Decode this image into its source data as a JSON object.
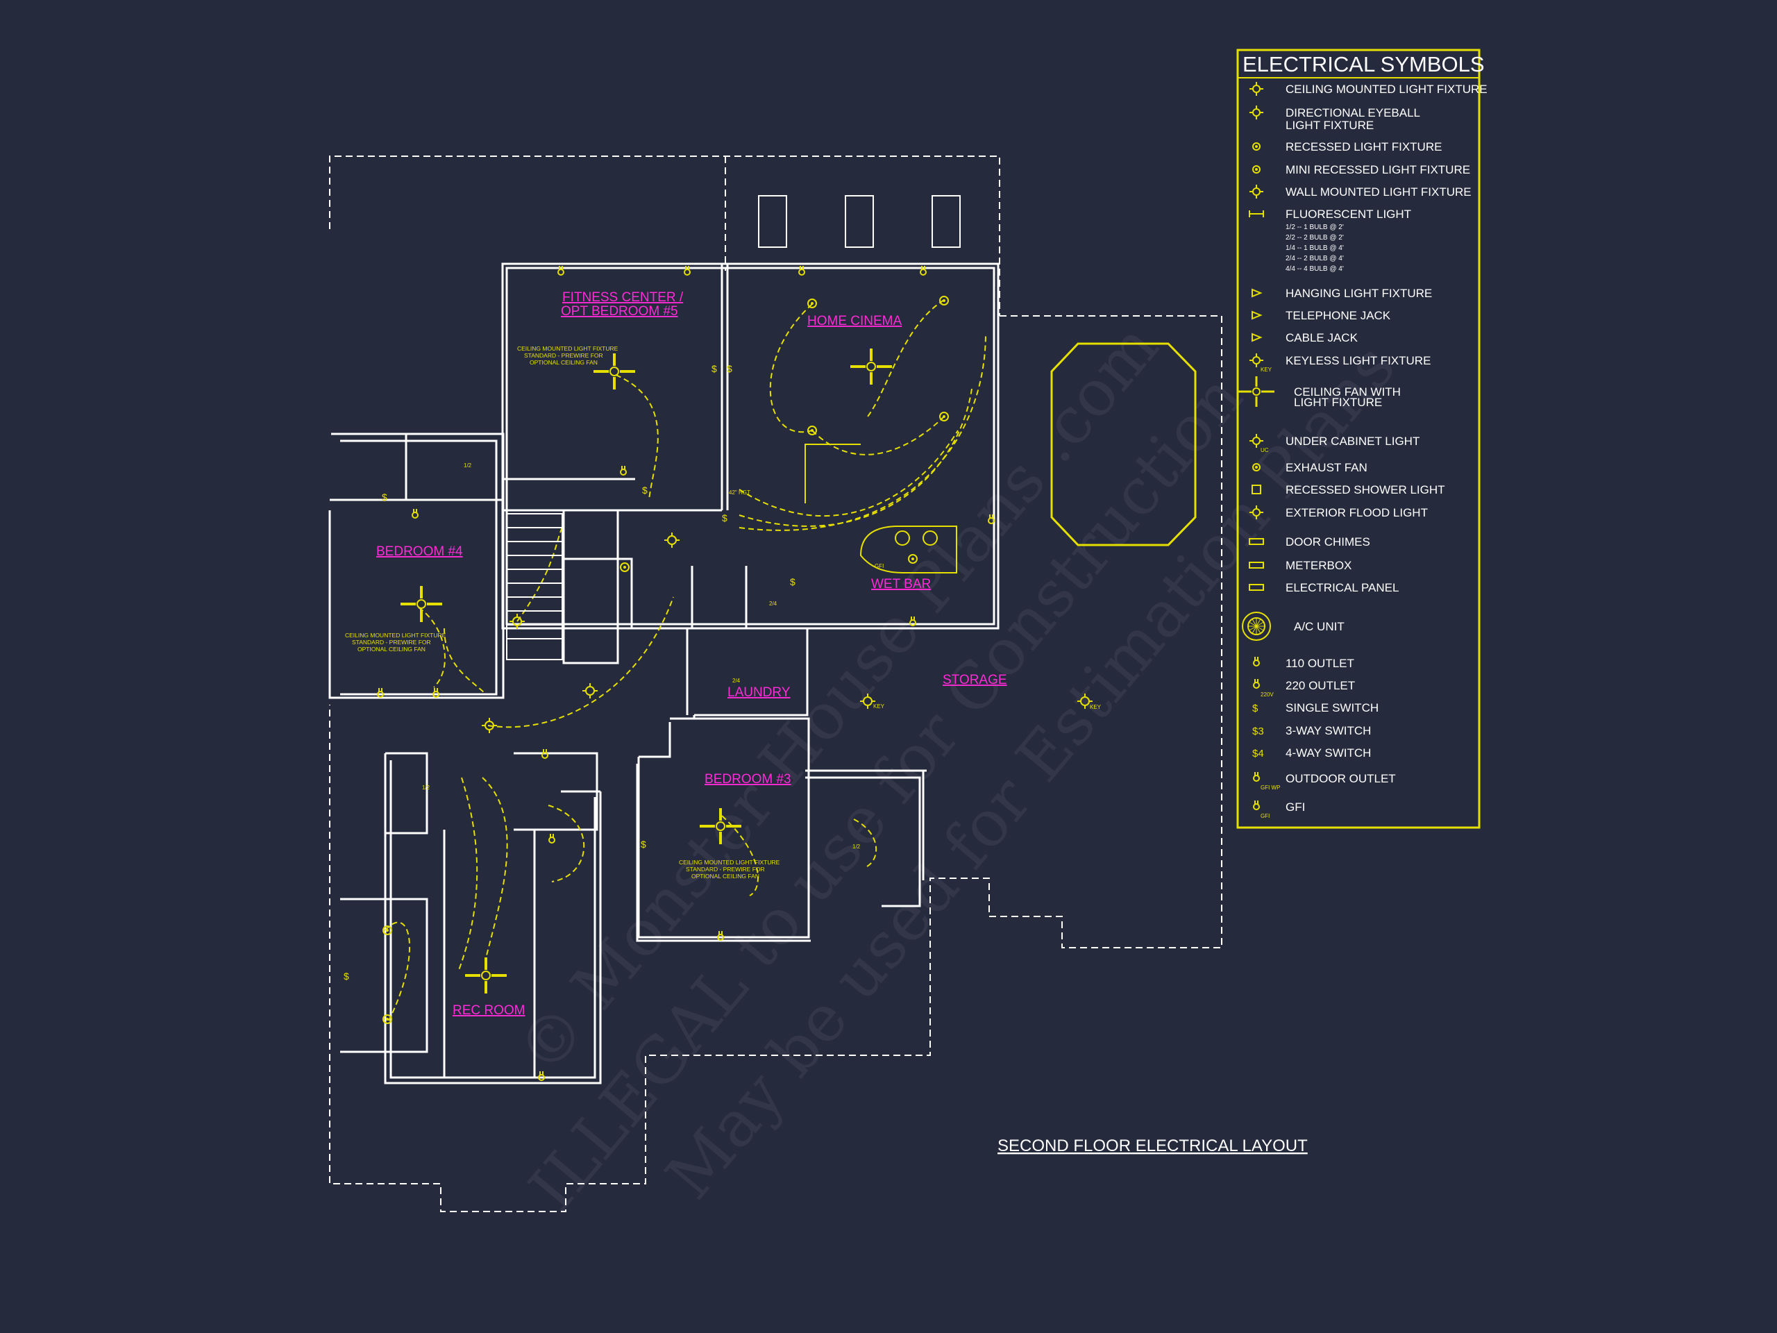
{
  "drawing": {
    "title": "SECOND FLOOR ELECTRICAL LAYOUT",
    "rooms": [
      {
        "key": "fitness",
        "label": "FITNESS CENTER /"
      },
      {
        "key": "fitness2",
        "label": "OPT BEDROOM #5"
      },
      {
        "key": "cinema",
        "label": "HOME CINEMA"
      },
      {
        "key": "bed4",
        "label": "BEDROOM #4"
      },
      {
        "key": "wetbar",
        "label": "WET BAR"
      },
      {
        "key": "laundry",
        "label": "LAUNDRY"
      },
      {
        "key": "storage",
        "label": "STORAGE"
      },
      {
        "key": "bed3",
        "label": "BEDROOM #3"
      },
      {
        "key": "rec",
        "label": "REC ROOM"
      }
    ],
    "ceiling_note": {
      "line1": "CEILING MOUNTED LIGHT FIXTURE",
      "line2": "STANDARD - PREWIRE FOR",
      "line3": "OPTIONAL CEILING FAN"
    },
    "annotations": {
      "key": "KEY",
      "half": "1/2",
      "quarter": "2/4",
      "gfi": "GFI",
      "ht": "42\" HGT"
    }
  },
  "legend": {
    "title": "ELECTRICAL SYMBOLS",
    "items": [
      {
        "icon": "ceiling-light-icon",
        "label": "CEILING MOUNTED LIGHT FIXTURE"
      },
      {
        "icon": "eyeball-light-icon",
        "label": "DIRECTIONAL EYEBALL",
        "label2": "LIGHT FIXTURE"
      },
      {
        "icon": "recessed-light-icon",
        "label": "RECESSED LIGHT FIXTURE"
      },
      {
        "icon": "mini-recessed-light-icon",
        "label": "MINI RECESSED LIGHT FIXTURE"
      },
      {
        "icon": "wall-light-icon",
        "label": "WALL MOUNTED LIGHT FIXTURE"
      },
      {
        "icon": "fluorescent-light-icon",
        "label": "FLUORESCENT LIGHT",
        "sub": [
          "1/2 -- 1 BULB @ 2'",
          "2/2 -- 2 BULB @ 2'",
          "1/4 -- 1 BULB @ 4'",
          "2/4 -- 2 BULB @ 4'",
          "4/4 -- 4 BULB @ 4'"
        ]
      },
      {
        "icon": "hanging-light-icon",
        "label": "HANGING LIGHT FIXTURE"
      },
      {
        "icon": "telephone-jack-icon",
        "label": "TELEPHONE JACK"
      },
      {
        "icon": "cable-jack-icon",
        "label": "CABLE JACK"
      },
      {
        "icon": "keyless-light-icon",
        "label": "KEYLESS LIGHT FIXTURE",
        "tag": "KEY"
      },
      {
        "icon": "ceiling-fan-icon",
        "label": "CEILING FAN WITH",
        "label2": "LIGHT FIXTURE"
      },
      {
        "icon": "under-cabinet-light-icon",
        "label": "UNDER CABINET LIGHT",
        "tag": "UC"
      },
      {
        "icon": "exhaust-fan-icon",
        "label": "EXHAUST FAN"
      },
      {
        "icon": "shower-light-icon",
        "label": "RECESSED SHOWER LIGHT"
      },
      {
        "icon": "flood-light-icon",
        "label": "EXTERIOR FLOOD LIGHT"
      },
      {
        "icon": "door-chimes-icon",
        "label": "DOOR CHIMES"
      },
      {
        "icon": "meterbox-icon",
        "label": "METERBOX"
      },
      {
        "icon": "electrical-panel-icon",
        "label": "ELECTRICAL PANEL"
      },
      {
        "icon": "ac-unit-icon",
        "label": "A/C UNIT"
      },
      {
        "icon": "outlet-110-icon",
        "label": "110 OUTLET"
      },
      {
        "icon": "outlet-220-icon",
        "label": "220 OUTLET",
        "tag": "220V"
      },
      {
        "icon": "single-switch-icon",
        "label": "SINGLE SWITCH",
        "glyph": "$"
      },
      {
        "icon": "three-way-switch-icon",
        "label": "3-WAY SWITCH",
        "glyph": "$3"
      },
      {
        "icon": "four-way-switch-icon",
        "label": "4-WAY SWITCH",
        "glyph": "$4"
      },
      {
        "icon": "outdoor-outlet-icon",
        "label": "OUTDOOR OUTLET",
        "tag": "GFI WP"
      },
      {
        "icon": "gfi-icon",
        "label": "GFI",
        "tag": "GFI"
      }
    ]
  },
  "watermark": {
    "line1": "© Monster House Plans .com",
    "line2": "ILLEGAL to use for Construction",
    "line3": "May be used for Estimation Plans"
  },
  "colors": {
    "background": "#262a3d",
    "wall": "#ffffff",
    "electrical": "#e6e000",
    "label": "#ff2bd6"
  }
}
